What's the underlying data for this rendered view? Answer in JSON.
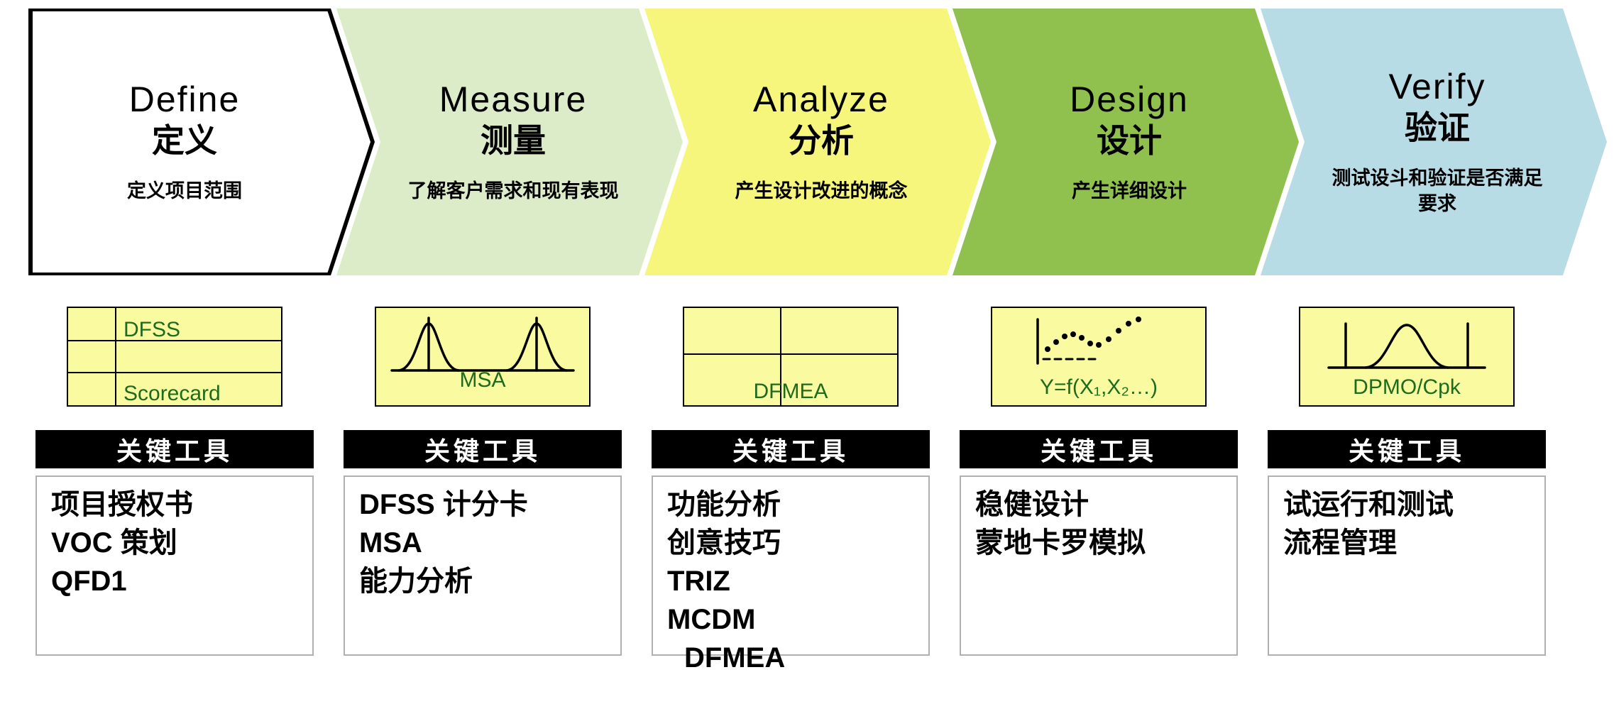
{
  "labels": {
    "key_tools": "关键工具"
  },
  "colors": {
    "page_bg": "#ffffff",
    "tool_box_fill": "#fafaa0",
    "tool_box_border": "#000000",
    "icon_caption": "#1e6b1e",
    "key_tools_bg": "#000000",
    "key_tools_text": "#ffffff",
    "panel_border": "#b0b0b0",
    "panel_text": "#000000"
  },
  "phases": [
    {
      "id": "define",
      "title_en": "Define",
      "title_cn": "定义",
      "subtitle": "定义项目范围",
      "fill": "#ffffff",
      "stroke": "#000000",
      "icon": {
        "type": "dfss-scorecard-table",
        "label_top": "DFSS",
        "label_bottom": "Scorecard"
      },
      "tools": [
        "项目授权书",
        "VOC 策划",
        "QFD1"
      ]
    },
    {
      "id": "measure",
      "title_en": "Measure",
      "title_cn": "测量",
      "subtitle": "了解客户需求和现有表现",
      "fill": "#dcecc9",
      "icon": {
        "type": "two-bell-curves",
        "caption": "MSA"
      },
      "tools": [
        "DFSS 计分卡",
        "MSA",
        "能力分析"
      ]
    },
    {
      "id": "analyze",
      "title_en": "Analyze",
      "title_cn": "分析",
      "subtitle": "产生设计改进的概念",
      "fill": "#f6f67d",
      "icon": {
        "type": "fmea-table",
        "caption": "DFMEA"
      },
      "tools": [
        "功能分析",
        "创意技巧",
        "TRIZ",
        "MCDM",
        "DFMEA"
      ]
    },
    {
      "id": "design",
      "title_en": "Design",
      "title_cn": "设计",
      "subtitle": "产生详细设计",
      "fill": "#90c04e",
      "icon": {
        "type": "scatter-curve-plot",
        "caption": "Y=f(X₁,X₂…)"
      },
      "tools": [
        "稳健设计",
        "蒙地卡罗模拟"
      ]
    },
    {
      "id": "verify",
      "title_en": "Verify",
      "title_cn": "验证",
      "subtitle": "测试设斗和验证是否满足要求",
      "fill": "#b8dce6",
      "icon": {
        "type": "capability-curve",
        "caption": "DPMO/Cpk"
      },
      "tools": [
        "试运行和测试",
        "流程管理"
      ]
    }
  ]
}
